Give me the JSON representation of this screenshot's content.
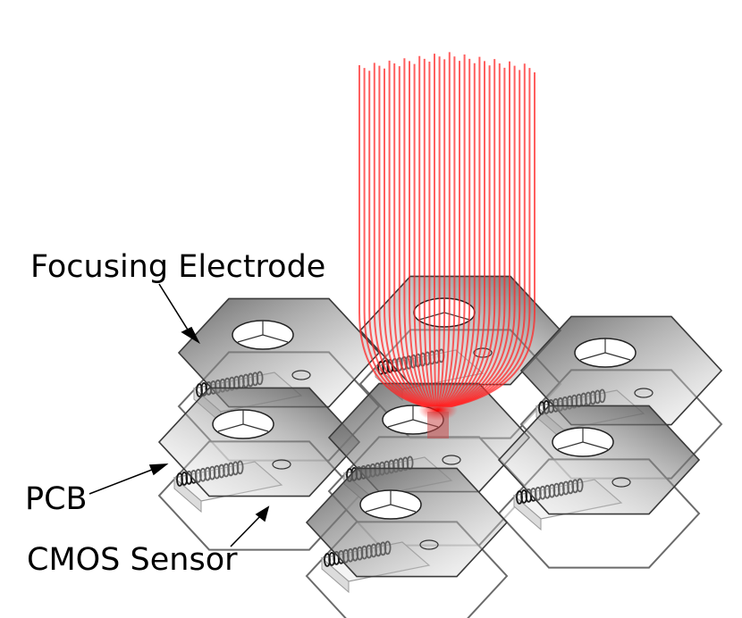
{
  "labels": {
    "focusing_electrode": "Focusing Electrode",
    "pcb": "PCB",
    "cmos_sensor": "CMOS Sensor"
  },
  "colors": {
    "beam": "#ff2a2a",
    "electrode_dark": "#5a5a5a",
    "electrode_light": "#e8e8e8",
    "pcb_outline": "#6b6b6b",
    "coil": "#1a1a1a"
  },
  "hex_cells": 7
}
